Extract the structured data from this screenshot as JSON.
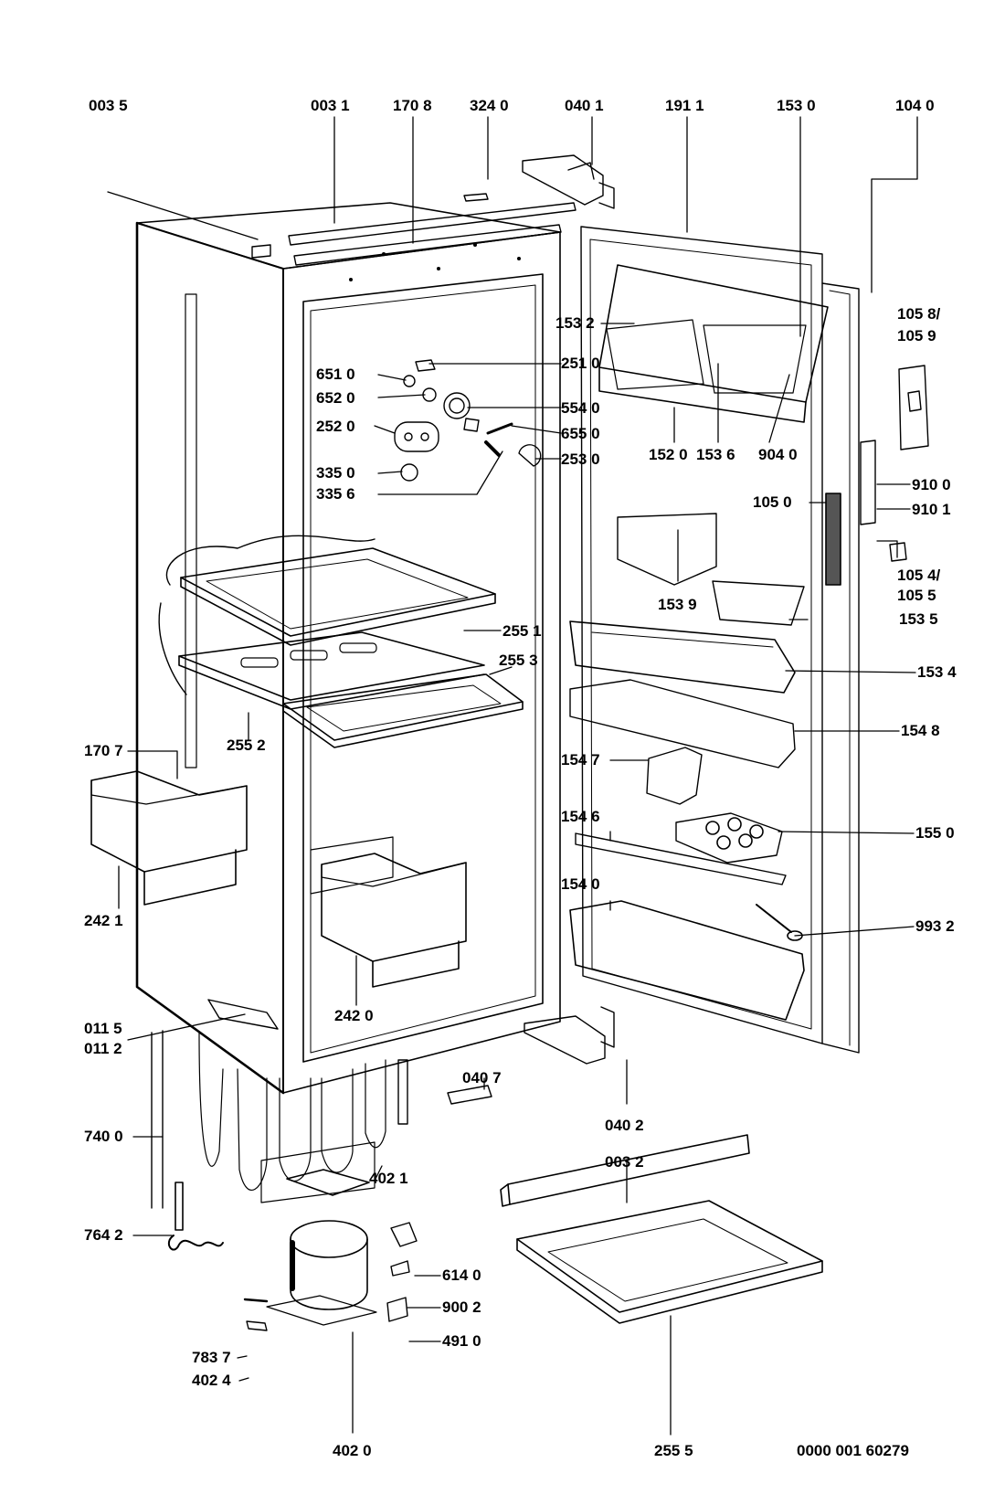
{
  "doc_id": "0000 001 60279",
  "parts": {
    "p0035": "003 5",
    "p0031": "003 1",
    "p1708": "170 8",
    "p3240": "324 0",
    "p0401": "040 1",
    "p1911": "191 1",
    "p1530": "153 0",
    "p1040": "104 0",
    "p1058": "105 8/",
    "p1059": "105 9",
    "p1532": "153 2",
    "p6510": "651 0",
    "p6520": "652 0",
    "p2510": "251 0",
    "p5540": "554 0",
    "p2520": "252 0",
    "p6550": "655 0",
    "p2530": "253 0",
    "p3350": "335 0",
    "p3356": "335 6",
    "p1520": "152 0",
    "p1536": "153 6",
    "p9040": "904 0",
    "p9100": "910 0",
    "p1050": "105 0",
    "p9101": "910 1",
    "p1054": "105 4/",
    "p1055": "105 5",
    "p1539": "153 9",
    "p1535": "153 5",
    "p2551": "255 1",
    "p2553": "255 3",
    "p1534": "153 4",
    "p2552": "255 2",
    "p1548": "154 8",
    "p1707": "170 7",
    "p1547": "154 7",
    "p1546": "154 6",
    "p1550": "155 0",
    "p2421": "242 1",
    "p1540": "154 0",
    "p9932": "993 2",
    "p2420": "242 0",
    "p0115": "011 5",
    "p0112": "011 2",
    "p0407": "040 7",
    "p0402": "040 2",
    "p7400": "740 0",
    "p0032": "003 2",
    "p4021": "402 1",
    "p7642": "764 2",
    "p6140": "614 0",
    "p9002": "900 2",
    "p7837": "783 7",
    "p4910": "491 0",
    "p4024": "402 4",
    "p4020": "402 0",
    "p2555": "255 5"
  }
}
